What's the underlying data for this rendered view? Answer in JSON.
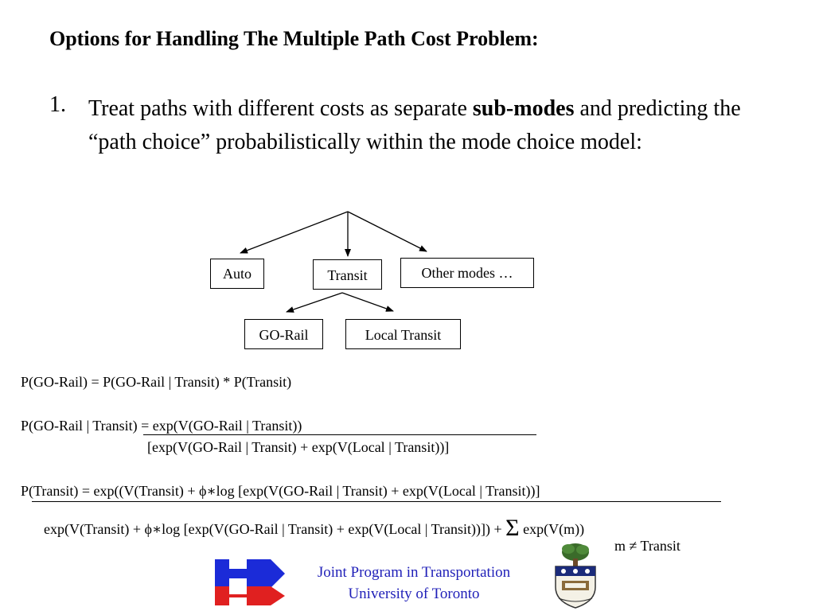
{
  "title": "Options for Handling The Multiple Path Cost Problem:",
  "item": {
    "number": "1.",
    "text_before": "Treat paths with different costs as separate ",
    "text_bold": "sub-modes",
    "text_after": " and predicting the “path choice” probabilistically within the mode choice model:"
  },
  "tree": {
    "level1": [
      "Auto",
      "Transit",
      "Other modes …"
    ],
    "level2": [
      "GO-Rail",
      "Local Transit"
    ]
  },
  "equations": {
    "eq1": "P(GO-Rail) = P(GO-Rail | Transit) * P(Transit)",
    "eq2_num": "P(GO-Rail | Transit) = exp(V(GO-Rail | Transit))",
    "eq2_den": "[exp(V(GO-Rail | Transit) + exp(V(Local | Transit))]",
    "eq3_num": "P(Transit) = exp((V(Transit) + ϕ∗log [exp(V(GO-Rail | Transit) + exp(V(Local | Transit))]",
    "eq3_den_part1": "exp(V(Transit) + ϕ∗log [exp(V(GO-Rail | Transit) + exp(V(Local | Transit))]) +",
    "eq3_sigma": "Σ",
    "eq3_den_part2": "exp(V(m))",
    "eq3_subscript": "m ≠ Transit"
  },
  "footer": {
    "line1": "Joint Program in Transportation",
    "line2": "University of Toronto"
  },
  "colors": {
    "logo_blue": "#1b2bd8",
    "logo_red": "#e02020",
    "footer_text": "#1f1fb8"
  }
}
